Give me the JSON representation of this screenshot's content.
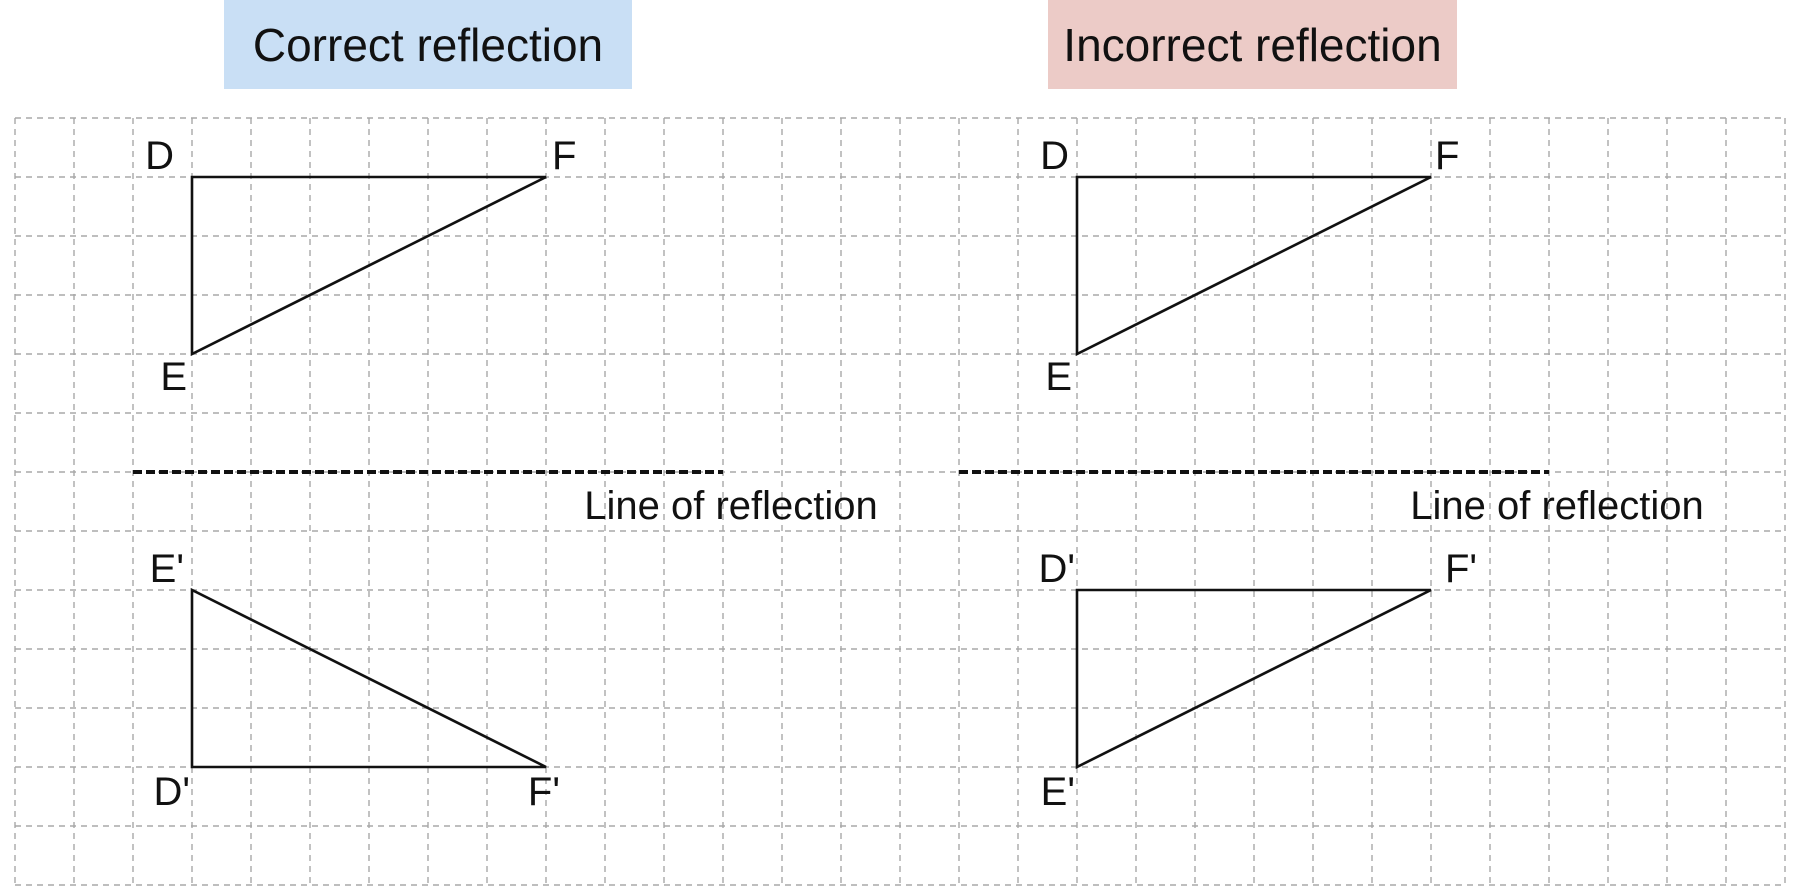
{
  "headers": {
    "correct": "Correct reflection",
    "incorrect": "Incorrect reflection"
  },
  "panels": [
    {
      "id": "correct",
      "original": {
        "D": [
          3,
          1
        ],
        "E": [
          3,
          4
        ],
        "F": [
          9,
          1
        ]
      },
      "image": {
        "E'": [
          3,
          8
        ],
        "D'": [
          3,
          11
        ],
        "F'": [
          9,
          11
        ]
      },
      "labels": {
        "D": "D",
        "E": "E",
        "F": "F",
        "E'": "E'",
        "D'": "D'",
        "F'": "F'"
      },
      "mirror": {
        "x": [
          2,
          12
        ],
        "y": 6
      },
      "mirror_label": "Line of reflection"
    },
    {
      "id": "incorrect",
      "original": {
        "D": [
          18,
          1
        ],
        "E": [
          18,
          4
        ],
        "F": [
          24,
          1
        ]
      },
      "image": {
        "D'": [
          18,
          8
        ],
        "E'": [
          18,
          11
        ],
        "F'": [
          24,
          8
        ]
      },
      "labels": {
        "D": "D",
        "E": "E",
        "F": "F",
        "D'": "D'",
        "E'": "E'",
        "F'": "F'"
      },
      "mirror": {
        "x": [
          16,
          26
        ],
        "y": 6
      },
      "mirror_label": "Line of reflection"
    }
  ],
  "grid": {
    "columns": 30,
    "rows": 13
  }
}
